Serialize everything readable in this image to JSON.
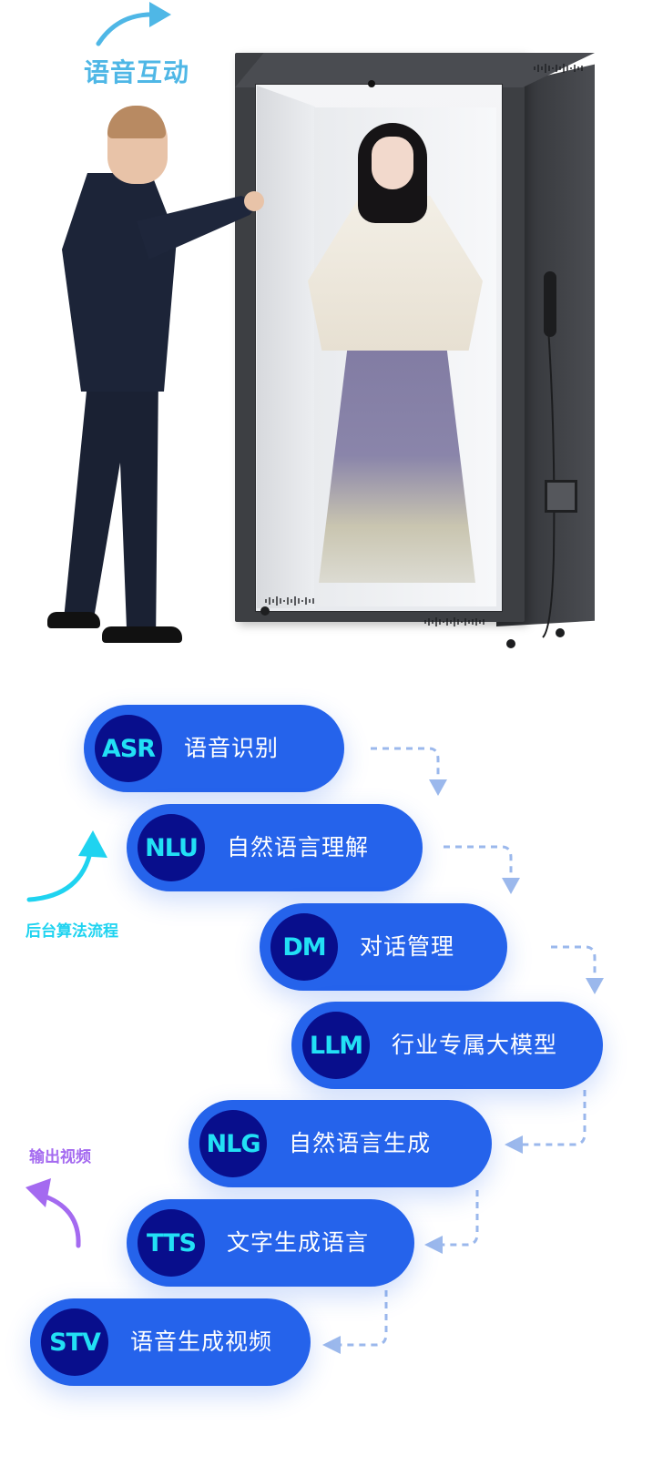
{
  "hero": {
    "voice_label": "语音互动"
  },
  "side_labels": {
    "backend": "后台算法流程",
    "output": "输出视频"
  },
  "flow_steps": [
    {
      "code": "ASR",
      "label": "语音识别"
    },
    {
      "code": "NLU",
      "label": "自然语言理解"
    },
    {
      "code": "DM",
      "label": "对话管理"
    },
    {
      "code": "LLM",
      "label": "行业专属大模型"
    },
    {
      "code": "NLG",
      "label": "自然语言生成"
    },
    {
      "code": "TTS",
      "label": "文字生成语言"
    },
    {
      "code": "STV",
      "label": "语音生成视频"
    }
  ],
  "colors": {
    "pill": "#2563eb",
    "badge": "#080e8c",
    "badge_text": "#22e0f5",
    "voice_accent": "#4fb7e6",
    "backend_accent": "#1fd3f0",
    "output_accent": "#a46af0",
    "connector": "#9bb8ec"
  }
}
